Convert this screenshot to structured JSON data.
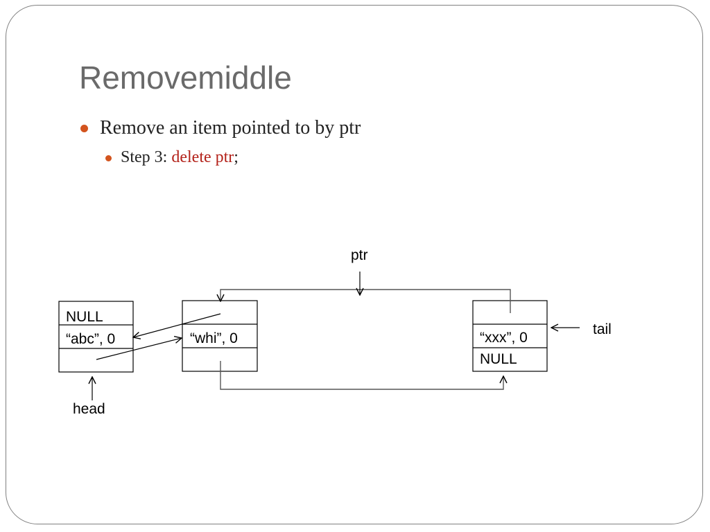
{
  "slide": {
    "title": "Removemiddle",
    "bullets": {
      "level1": "Remove an item pointed to by ptr",
      "level2_prefix": "Step 3: ",
      "level2_code": "delete ptr",
      "level2_suffix": ";"
    }
  },
  "diagram": {
    "labels": {
      "ptr": "ptr",
      "tail": "tail",
      "head": "head"
    },
    "nodes": [
      {
        "id": "abc",
        "rows": [
          "NULL",
          "“abc”, 0",
          ""
        ]
      },
      {
        "id": "whi",
        "rows": [
          "",
          "“whi”, 0",
          ""
        ]
      },
      {
        "id": "xxx",
        "rows": [
          "",
          "“xxx”, 0",
          "NULL"
        ]
      }
    ]
  },
  "colors": {
    "title": "#6a6a6a",
    "bullet_marker": "#d3541e",
    "code_highlight": "#b32119",
    "connector": "#555555"
  }
}
